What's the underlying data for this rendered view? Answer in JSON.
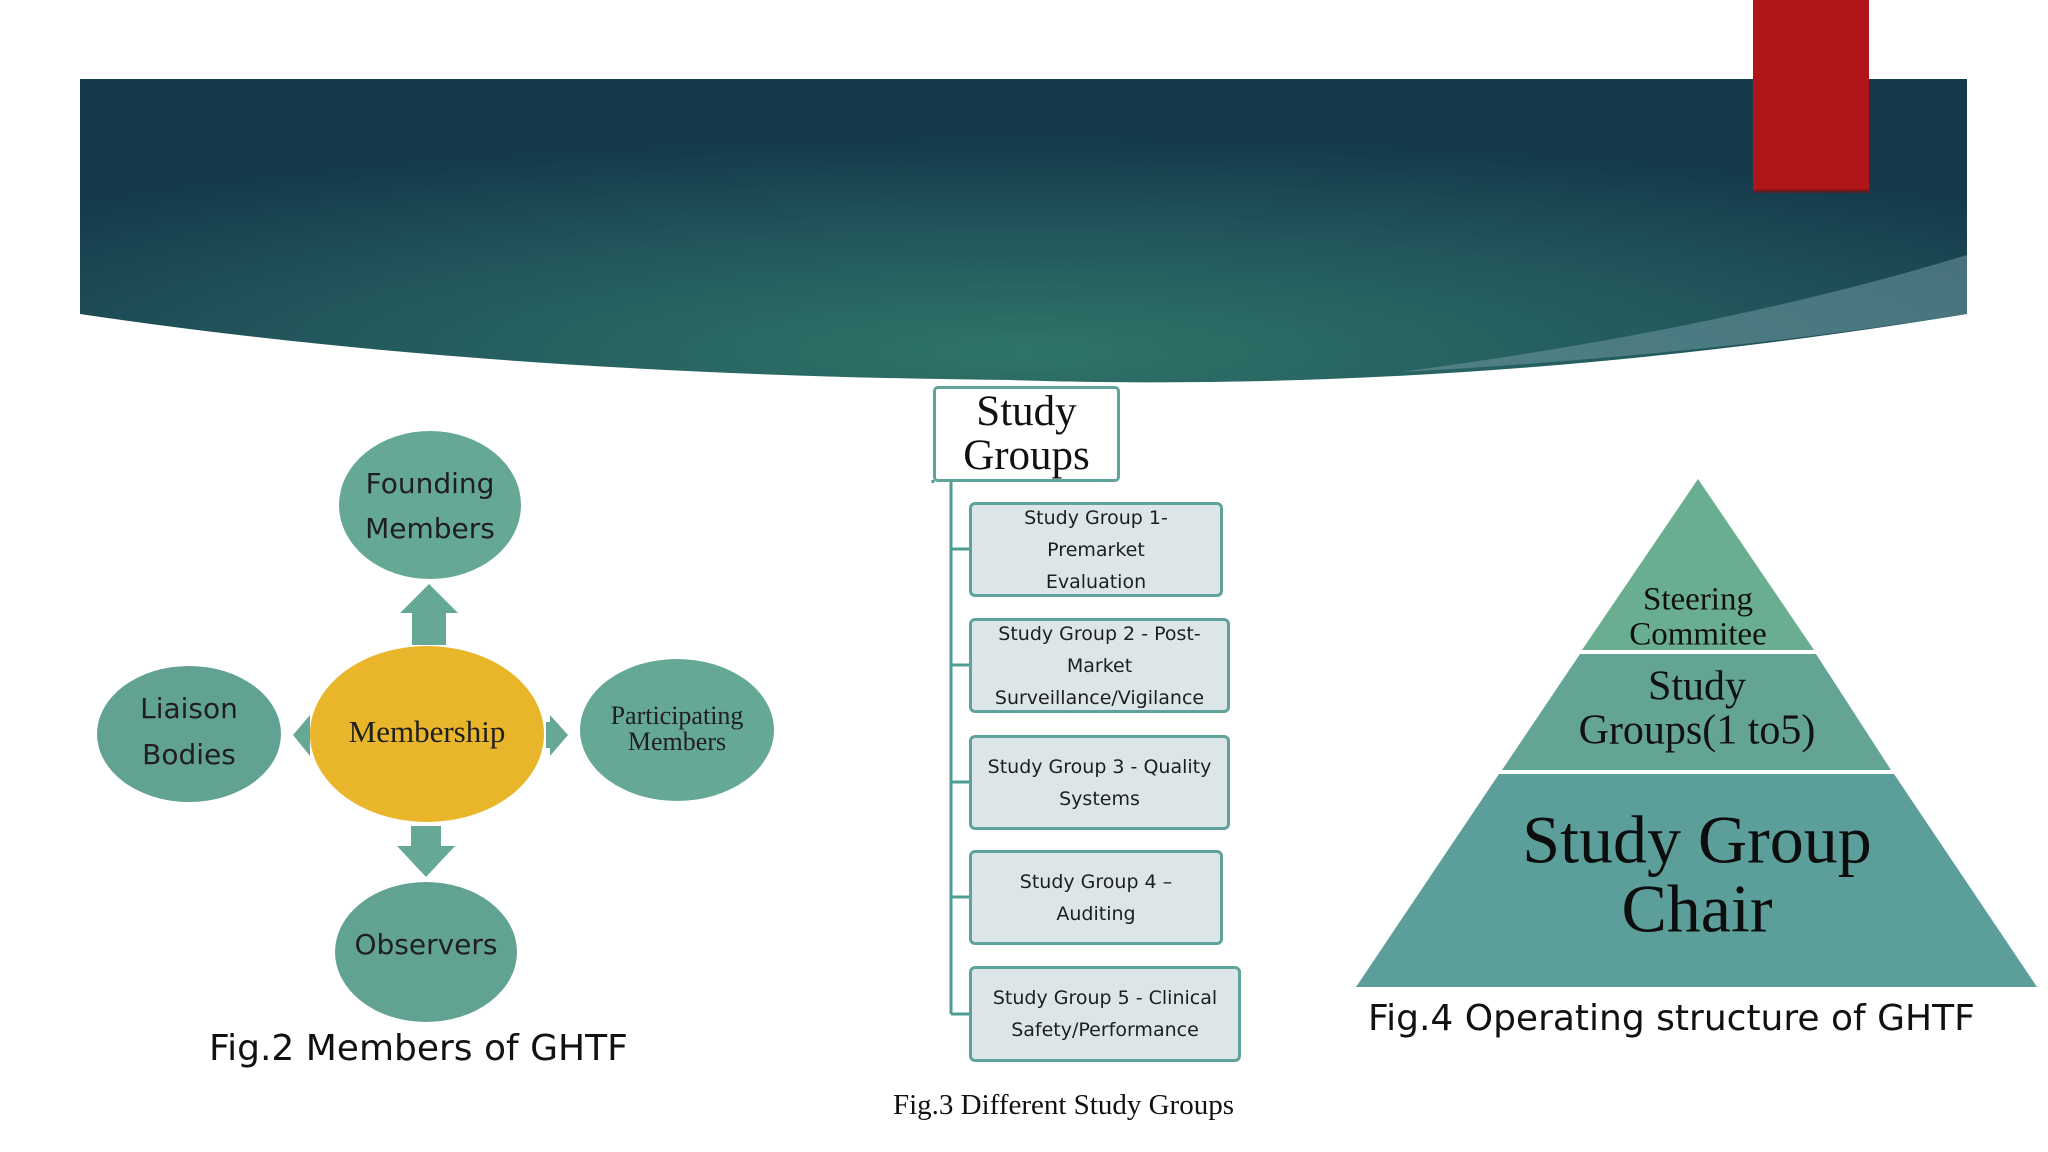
{
  "colors": {
    "banner_dark": "#163f4e",
    "banner_mid": "#2e6e68",
    "accent_red": "#b01518",
    "teal_node": "#66a896",
    "center_node": "#e8b52b",
    "pyramid_top": "#6aae92",
    "pyramid_mid": "#63a494",
    "pyramid_bottom": "#5c9e9a",
    "box_fill": "#dce6e8",
    "box_border": "#5fa39a"
  },
  "fig2": {
    "center": "Membership",
    "top": [
      "Founding",
      "Members"
    ],
    "left": [
      "Liaison",
      "Bodies"
    ],
    "right": [
      "Participating",
      "Members"
    ],
    "bottom": "Observers",
    "caption": "Fig.2 Members of GHTF"
  },
  "fig3": {
    "title": [
      "Study",
      "Groups"
    ],
    "items": [
      [
        "Study Group 1-Premarket",
        "Evaluation"
      ],
      [
        "Study Group 2 - Post-Market",
        "Surveillance/Vigilance"
      ],
      [
        "Study Group 3 - Quality",
        "Systems"
      ],
      [
        "Study Group 4 – Auditing"
      ],
      [
        "Study Group 5 - Clinical",
        "Safety/Performance"
      ]
    ],
    "caption": "Fig.3 Different Study Groups"
  },
  "fig4": {
    "top": [
      "Steering",
      "Commitee"
    ],
    "middle": [
      "Study",
      "Groups(1 to5)"
    ],
    "bottom": [
      "Study Group",
      "Chair"
    ],
    "caption": "Fig.4 Operating structure of GHTF"
  }
}
